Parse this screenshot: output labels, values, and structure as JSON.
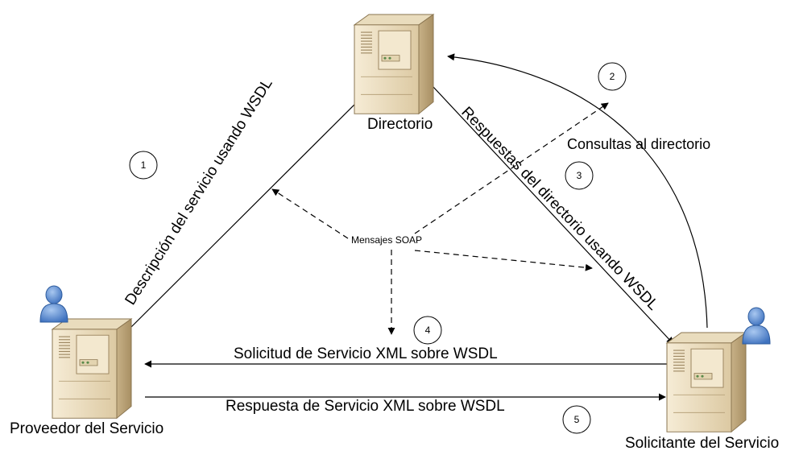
{
  "nodes": {
    "directory": "Directorio",
    "provider": "Proveedor del Servicio",
    "requester": "Solicitante del Servicio"
  },
  "edges": {
    "publish": "Descripción del servicio usando WSDL",
    "responses": "Respuestas del directorio usando WSDL",
    "queries": "Consultas al directorio",
    "soap": "Mensajes SOAP",
    "request": "Solicitud de Servicio XML sobre WSDL",
    "response": "Respuesta de Servicio XML sobre WSDL"
  },
  "steps": [
    "1",
    "2",
    "3",
    "4",
    "5"
  ],
  "colors": {
    "line": "#000000",
    "server_light": "#efe3c9",
    "server_dark": "#c9b48c",
    "user": "#5b8ed6"
  },
  "icons": [
    "server-icon",
    "user-icon"
  ]
}
